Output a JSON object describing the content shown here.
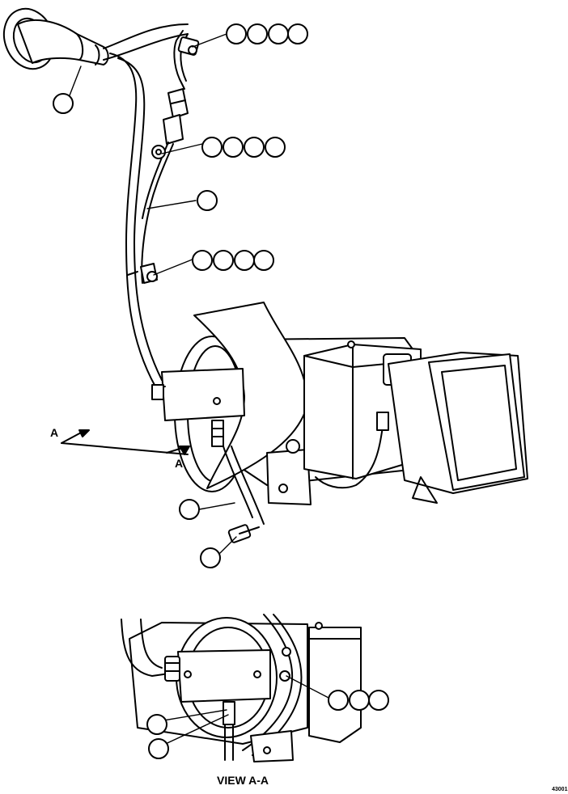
{
  "section_arrow_label_a1": "A",
  "section_arrow_label_a2": "A",
  "view_caption": "VIEW A-A",
  "figure_number": "43001",
  "callouts": [
    {
      "id": "top-right-group",
      "count": 4
    },
    {
      "id": "mid-group-1",
      "count": 4
    },
    {
      "id": "mid-group-2",
      "count": 4
    },
    {
      "id": "single-1",
      "count": 1
    },
    {
      "id": "single-2",
      "count": 1
    },
    {
      "id": "single-3",
      "count": 1
    },
    {
      "id": "single-4",
      "count": 1
    },
    {
      "id": "view-group",
      "count": 3
    },
    {
      "id": "view-single-1",
      "count": 1
    },
    {
      "id": "view-single-2",
      "count": 1
    }
  ]
}
